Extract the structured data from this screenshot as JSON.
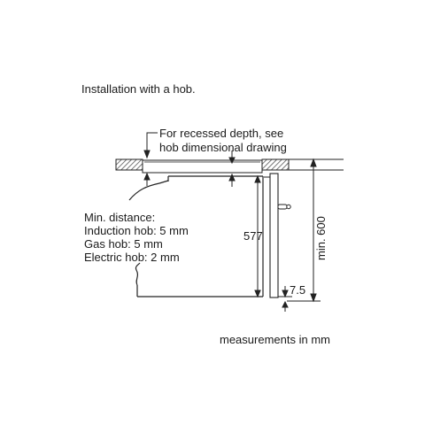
{
  "diagram": {
    "title": "Installation with a hob.",
    "note": {
      "line1": "For recessed depth, see",
      "line2": "hob dimensional drawing"
    },
    "min_distance": {
      "heading": "Min. distance:",
      "induction": "Induction hob: 5 mm",
      "gas": "Gas hob: 5 mm",
      "electric": "Electric hob: 2 mm"
    },
    "dimensions": {
      "height": "577",
      "niche": "min. 600",
      "gap": "7.5"
    },
    "units_note": "measurements in mm"
  }
}
